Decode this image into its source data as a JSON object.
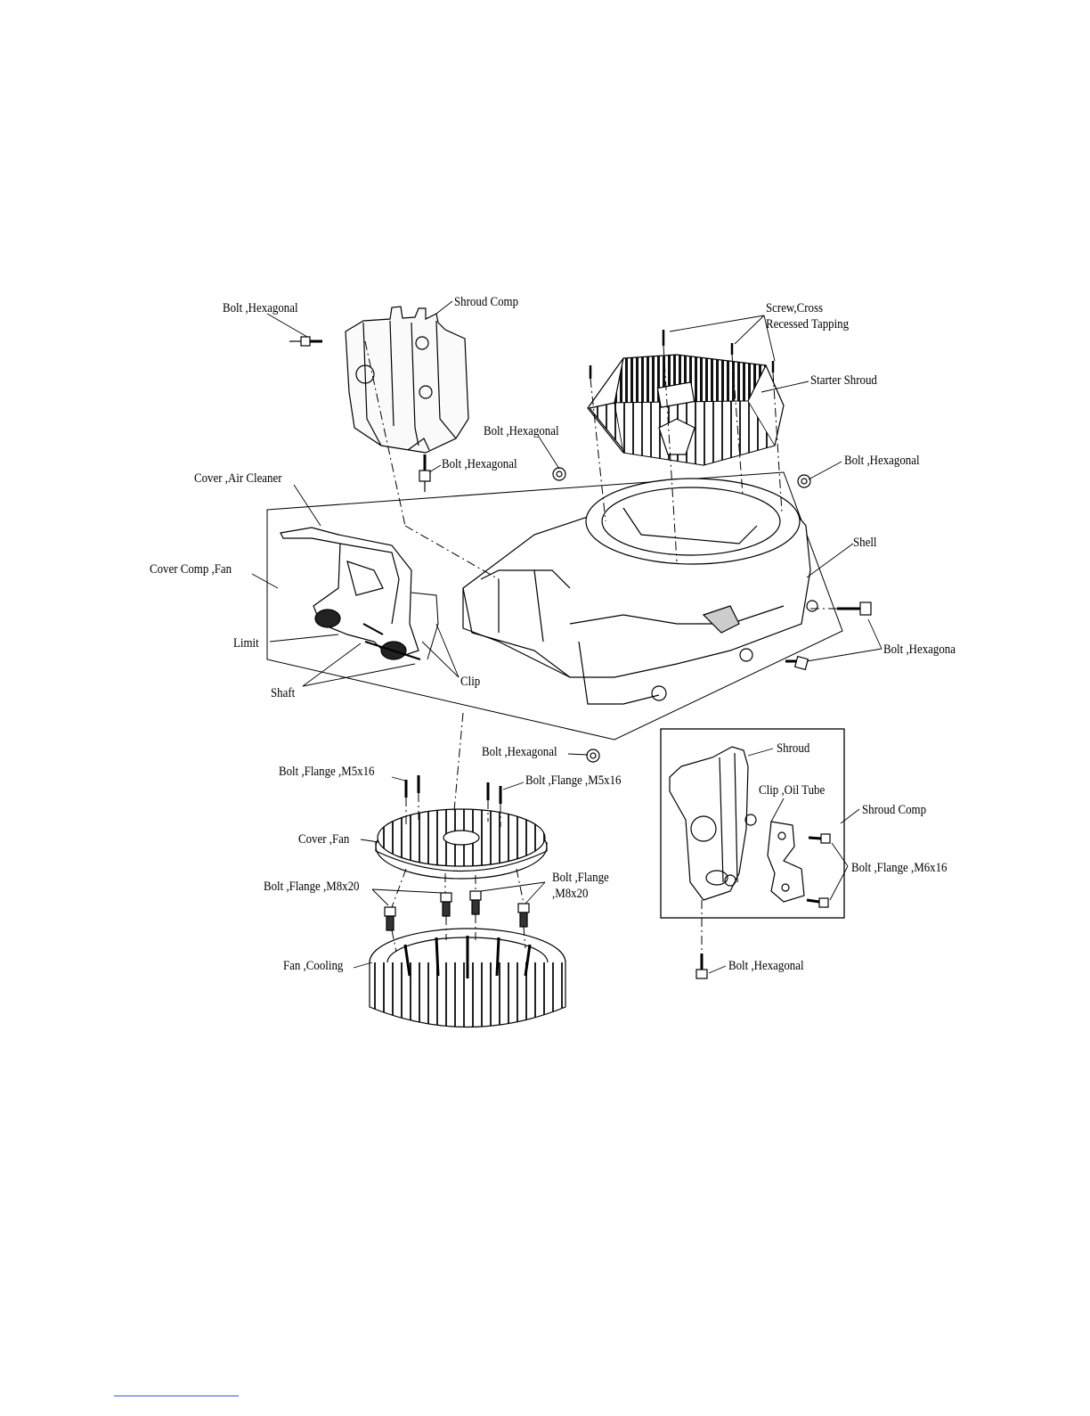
{
  "diagram": {
    "labels": {
      "bolt_hex_top_left": "Bolt ,Hexagonal",
      "shroud_comp_top": "Shroud  Comp",
      "screw_cross_tapping": "Screw,Cross\nRecessed Tapping",
      "starter_shroud": "Starter Shroud",
      "bolt_hex_center": "Bolt ,Hexagonal",
      "bolt_hex_under_shroud": "Bolt ,Hexagonal",
      "bolt_hex_right": "Bolt ,Hexagonal",
      "cover_air_cleaner": "Cover ,Air Cleaner",
      "cover_comp_fan": "Cover Comp ,Fan",
      "shell": "Shell",
      "limit": "Limit",
      "shaft": "Shaft",
      "clip": "Clip",
      "bolt_hexagona_right": "Bolt ,Hexagona",
      "bolt_hex_lower": "Bolt ,Hexagonal",
      "bolt_flange_m5x16_left": "Bolt ,Flange ,M5x16",
      "bolt_flange_m5x16_right": "Bolt ,Flange ,M5x16",
      "cover_fan": "Cover ,Fan",
      "bolt_flange_m8x20_left": "Bolt ,Flange ,M8x20",
      "bolt_flange_m8x20_right": "Bolt ,Flange\n,M8x20",
      "fan_cooling": "Fan ,Cooling",
      "shroud": "Shroud",
      "clip_oil_tube": "Clip ,Oil Tube",
      "shroud_comp_inset": "Shroud  Comp",
      "bolt_flange_m6x16": "Bolt ,Flange ,M6x16",
      "bolt_hex_bottom": "Bolt ,Hexagonal"
    }
  }
}
